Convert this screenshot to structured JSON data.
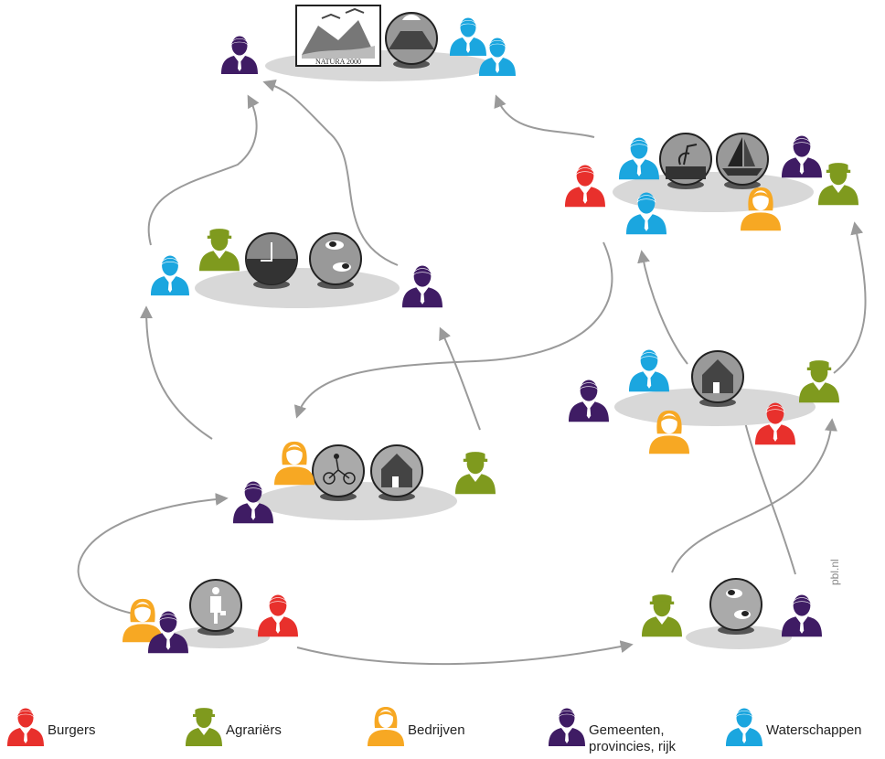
{
  "legend": {
    "burgers": "Burgers",
    "agrariers": "Agrariërs",
    "bedrijven": "Bedrijven",
    "overheid_line1": "Gemeenten,",
    "overheid_line2": "provincies, rijk",
    "waterschappen": "Waterschappen"
  },
  "badge": {
    "natura": "NATURA 2000"
  },
  "credit": "pbl.nl",
  "colors": {
    "burgers": "#e8302c",
    "agrariers": "#7f9a1e",
    "bedrijven": "#f7a823",
    "overheid": "#3f1c64",
    "waterschappen": "#1ba6df",
    "arrow": "#9a9a9a",
    "platform": "#d8d8d8"
  },
  "icons": [
    "natura-2000-icon",
    "dike-icon",
    "drainage-icon",
    "cows-icon",
    "bicycle-icon",
    "house-icon",
    "businessman-icon",
    "heron-icon",
    "sailboat-icon"
  ]
}
